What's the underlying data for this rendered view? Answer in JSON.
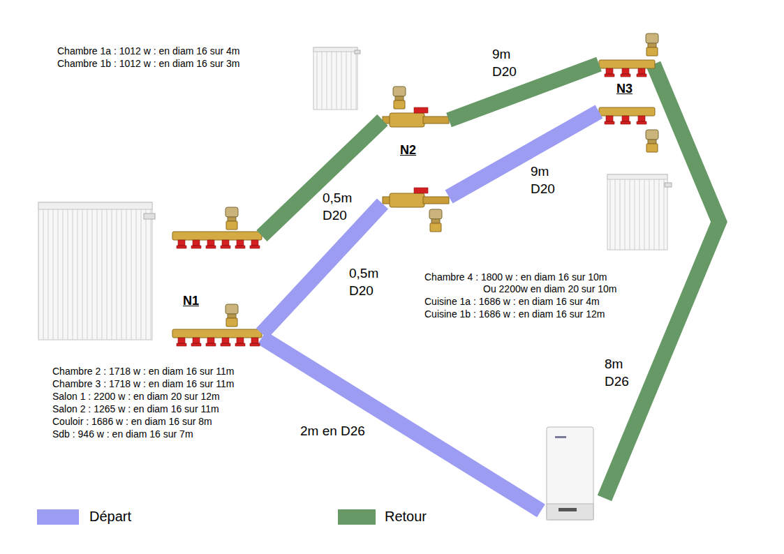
{
  "diagram": {
    "nodes": [
      {
        "text": [
          "N1"
        ]
      },
      {
        "text": [
          "N2"
        ]
      },
      {
        "text": [
          "N3"
        ]
      }
    ],
    "edges": [
      {
        "from": 0,
        "to": 1,
        "label": "0,5m D20",
        "arrow": "none"
      },
      {
        "from": 0,
        "to": 1,
        "label": "0,5m D20",
        "arrow": "none"
      },
      {
        "from": 1,
        "to": 2,
        "label": "9m D20",
        "arrow": "none"
      },
      {
        "from": 1,
        "to": 2,
        "label": "9m D20",
        "arrow": "none"
      }
    ],
    "labels": [
      "Chambre 1a : 1012 w : en diam 16 sur 4m",
      "Chambre 1b : 1012 w : en diam 16 sur 3m",
      "Chambre 2 : 1718 w : en diam 16 sur 11m",
      "Chambre 3 : 1718 w : en diam 16 sur 11m",
      "Salon 1 : 2200 w : en diam 20 sur 12m",
      "Salon 2 : 1265 w : en diam 16 sur 11m",
      "Couloir : 1686 w : en diam 16 sur 8m",
      "Sdb : 946 w : en diam 16 sur 7m",
      "Chambre 4 : 1800 w : en diam 16 sur 10m",
      "Ou 2200w en diam 20 sur 10m",
      "Cuisine 1a : 1686 w : en diam 16 sur 4m",
      "Cuisine 1b : 1686 w : en diam 16 sur 12m",
      "2m en D26",
      "8m D26"
    ],
    "legend": [
      {
        "text": "Départ",
        "color": "#9c9cf2"
      },
      {
        "text": "Retour",
        "color": "#669966"
      }
    ]
  }
}
